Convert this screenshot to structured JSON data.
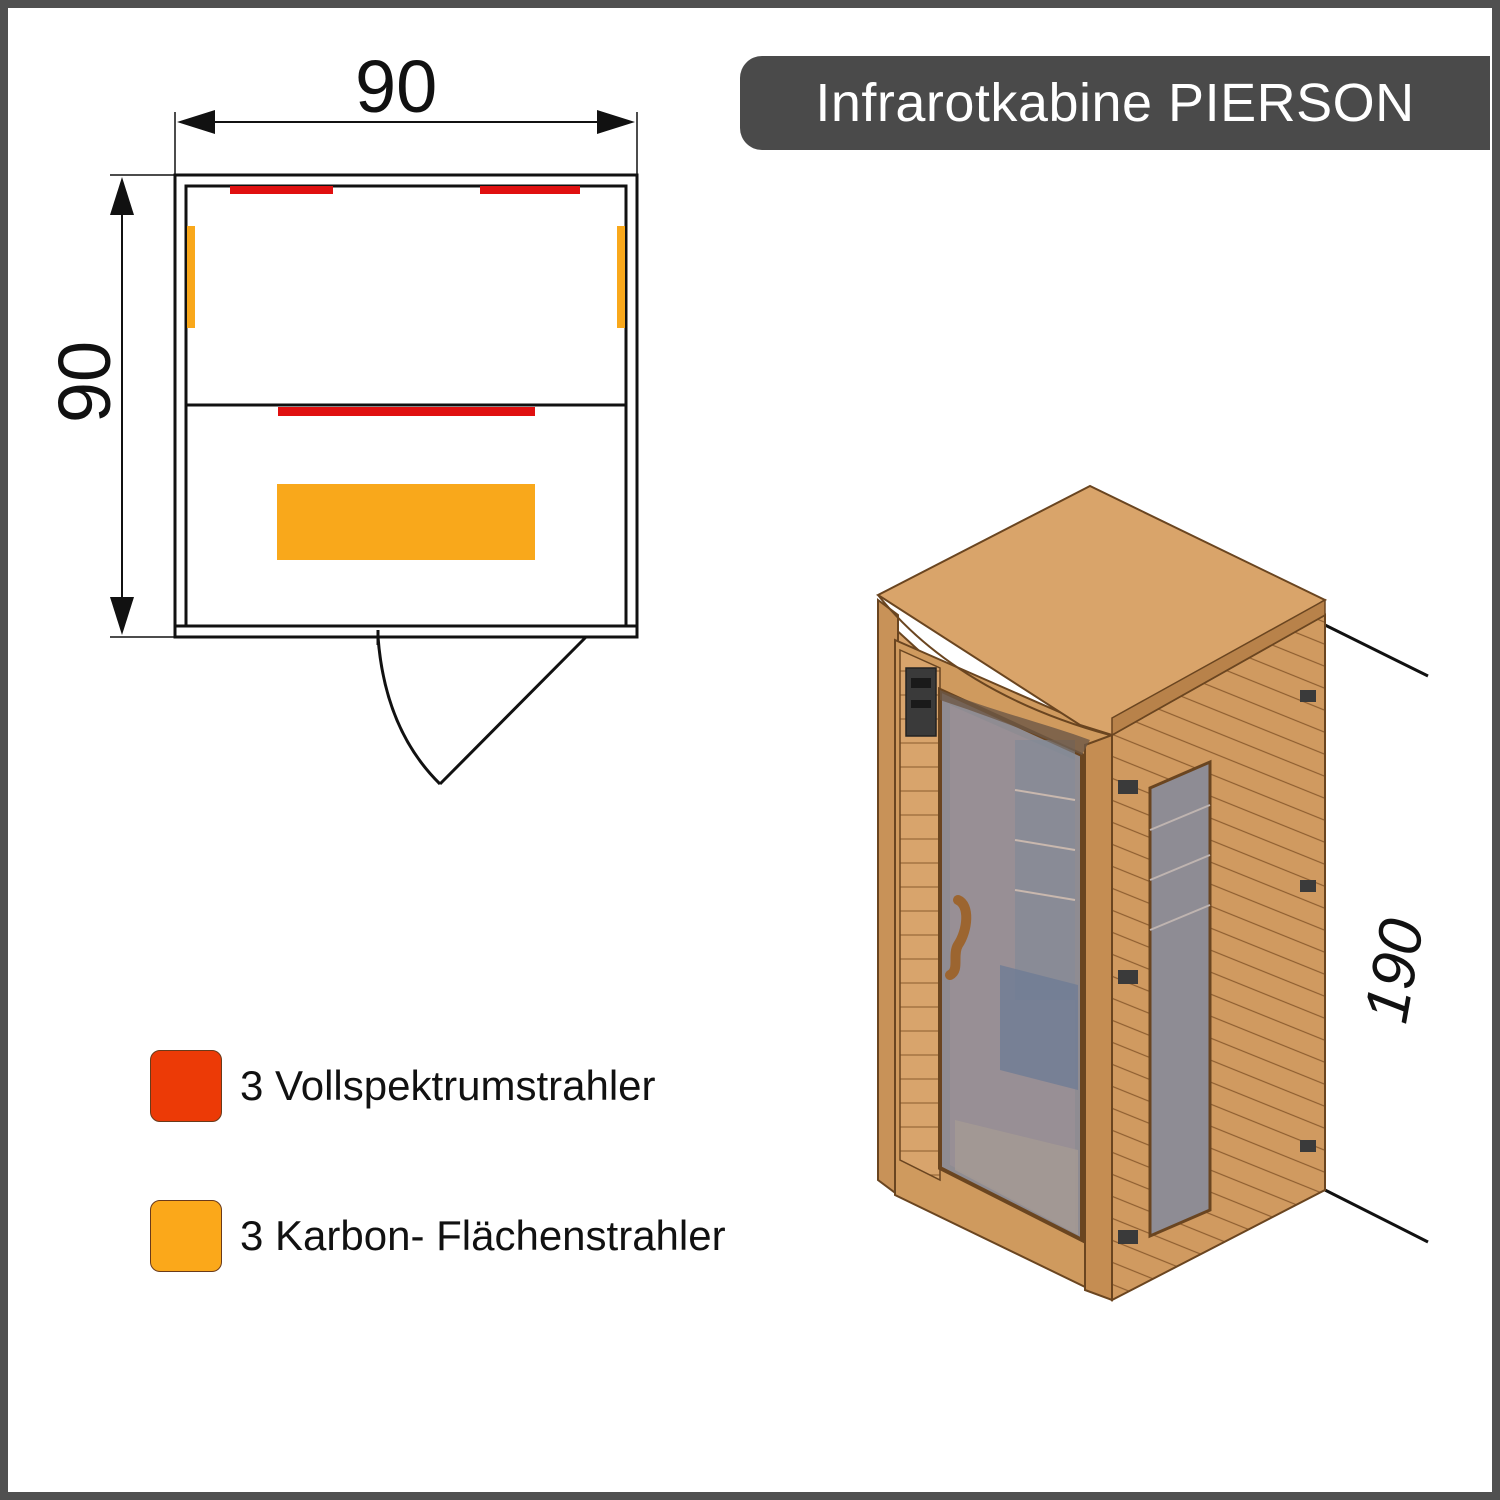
{
  "title": "Infrarotkabine PIERSON",
  "dimensions": {
    "width": "90",
    "depth": "90",
    "height": "190"
  },
  "legend": [
    {
      "label": "3 Vollspektrumstrahler",
      "color": "#ec3a06"
    },
    {
      "label": "3 Karbon- Flächenstrahler",
      "color": "#fba81a"
    }
  ],
  "colors": {
    "heater_red": "#e01010",
    "heater_orange": "#f9a81b",
    "wood": "#d9a46a",
    "wood_dark": "#b8824a",
    "glass": "#8a8a90",
    "frame_border": "#505050",
    "title_bg": "#4a4a4a"
  }
}
